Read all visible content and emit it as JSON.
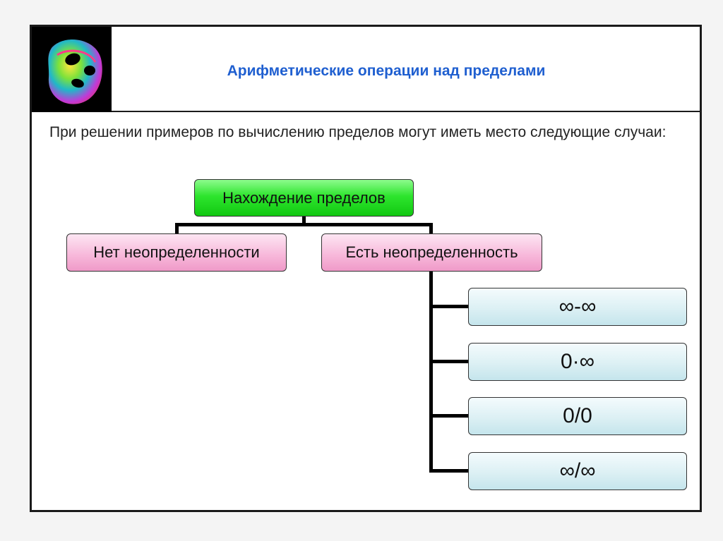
{
  "slide": {
    "title": "Арифметические операции над пределами",
    "intro": "При решении примеров по вычислению пределов могут иметь место следующие случаи:"
  },
  "tree": {
    "root": "Нахождение пределов",
    "left": "Нет неопределенности",
    "right": "Есть неопределенность",
    "cases": [
      "∞-∞",
      "0·∞",
      "0/0",
      "∞/∞"
    ]
  }
}
